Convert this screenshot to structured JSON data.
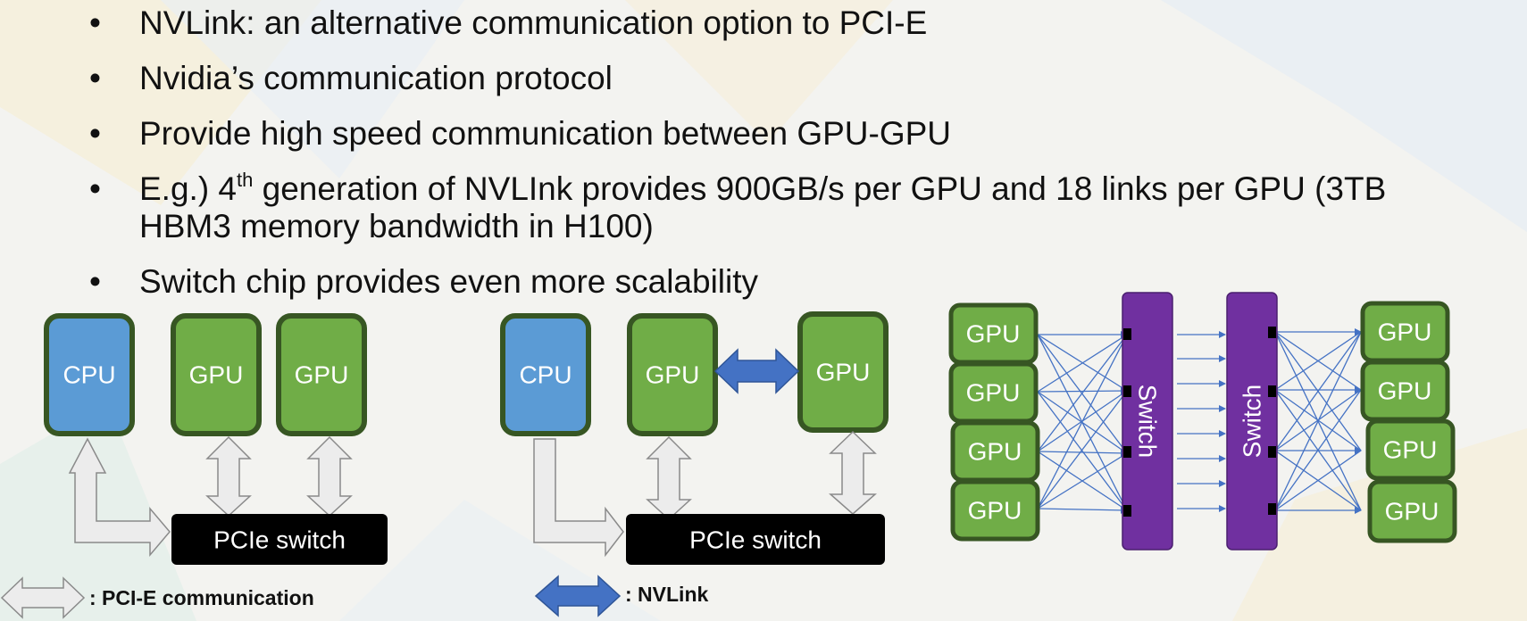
{
  "bullets": [
    {
      "text": "NVLink: an alternative communication option to PCI-E"
    },
    {
      "text": "Nvidia’s communication protocol"
    },
    {
      "text": "Provide high speed communication between GPU-GPU"
    },
    {
      "prefix": "E.g.) 4",
      "sup": "th",
      "rest": " generation of NVLInk provides 900GB/s per GPU and 18 links per GPU (3TB",
      "line2": "HBM3 memory bandwidth in H100)"
    },
    {
      "text": "Switch chip provides even more scalability"
    }
  ],
  "diagram": {
    "cpu_label": "CPU",
    "gpu_label": "GPU",
    "pcie_switch_label": "PCIe switch",
    "switch_label": "Switch"
  },
  "legend": {
    "pcie": ": PCI-E communication",
    "nvlink": ": NVLink"
  },
  "colors": {
    "cpu": "#5b9bd5",
    "gpu": "#70ad47",
    "gpu_border": "#375623",
    "switch": "#7030a0",
    "nvlink": "#4472c4",
    "pcie_arrow": "#e8e8e8"
  }
}
